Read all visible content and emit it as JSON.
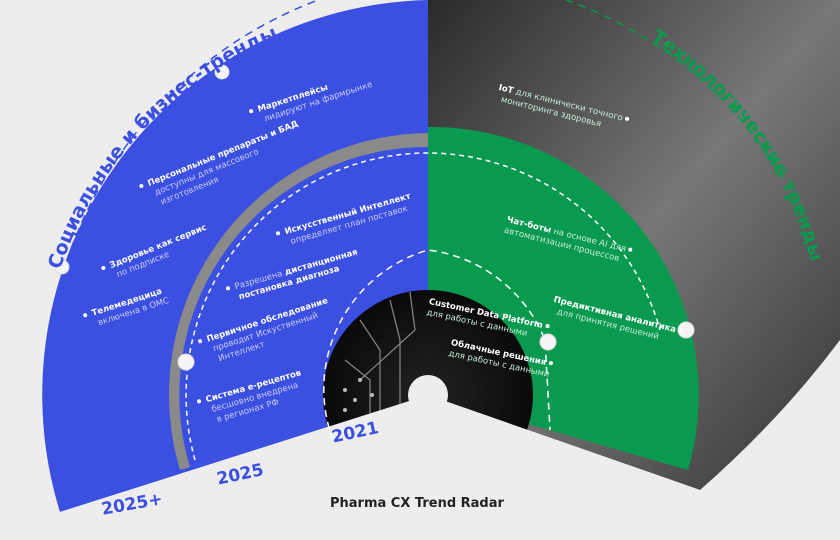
{
  "title": "Pharma CX Trend Radar",
  "headers": {
    "social": "Социальные и бизнес-тренды",
    "tech": "Технологические тренды"
  },
  "rings": [
    "2025+",
    "2025",
    "2021"
  ],
  "social": [
    {
      "title": "Маркетплейсы",
      "sub": [
        "лидируют на фармрынке"
      ]
    },
    {
      "title": "Персональные препараты и БАД",
      "sub": [
        "доступны для массового",
        "изготовления"
      ]
    },
    {
      "title": "Здоровье как сервис",
      "sub": [
        "по подписке"
      ]
    },
    {
      "title": "Телемедецица",
      "sub": [
        "включена в ОМС"
      ]
    },
    {
      "title": "Искусственный Интеллект",
      "sub": [
        "определяет план поставок"
      ]
    },
    {
      "pre": "Разрешена",
      "title": "дистанционная",
      "title2": "постановка диагноза"
    },
    {
      "title": "Первичное обследование",
      "sub": [
        "проводит Искуственный",
        "Интеллект"
      ]
    },
    {
      "title": "Система e-рецептов",
      "sub": [
        "бесшовно внедрена",
        "в регионах РФ"
      ]
    }
  ],
  "tech": [
    {
      "title": "IoT",
      "rest": "для клинически точного",
      "sub": [
        "мониторинга здоровья"
      ]
    },
    {
      "title": "Чат-боты",
      "rest": "на основе AI для",
      "sub": [
        "автоматизации процессов"
      ]
    },
    {
      "title": "Customer Data Platform",
      "sub": [
        "для работы с данными"
      ]
    },
    {
      "title": "Облачные решения",
      "sub": [
        "для работы с данными"
      ]
    },
    {
      "title": "Предиктивная аналитика",
      "sub": [
        "для принятия решений"
      ]
    }
  ],
  "colors": {
    "blue": "#3b4fe0",
    "green": "#0a9a4f",
    "bg": "#ededed"
  }
}
